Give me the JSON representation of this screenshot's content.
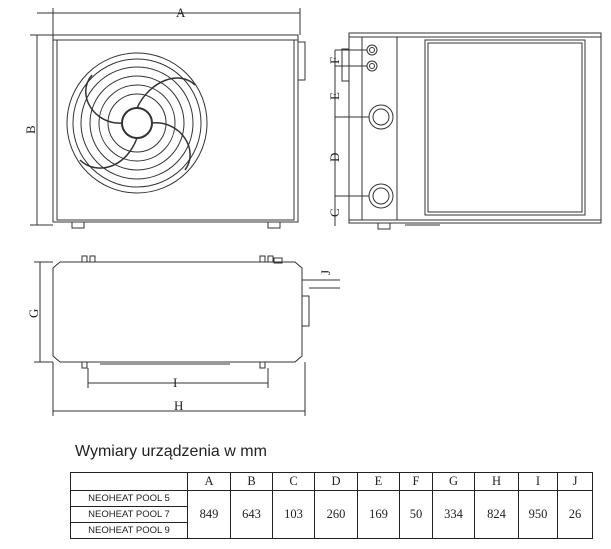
{
  "drawing_labels": {
    "A": "A",
    "B": "B",
    "C": "C",
    "D": "D",
    "E": "E",
    "F": "F",
    "G": "G",
    "H": "H",
    "I": "I",
    "J": "J"
  },
  "caption": "Wymiary urządzenia w mm",
  "table": {
    "headers": [
      "A",
      "B",
      "C",
      "D",
      "E",
      "F",
      "G",
      "H",
      "I",
      "J"
    ],
    "models": [
      "NEOHEAT POOL 5",
      "NEOHEAT POOL 7",
      "NEOHEAT POOL 9"
    ],
    "values": [
      "849",
      "643",
      "103",
      "260",
      "169",
      "50",
      "334",
      "824",
      "950",
      "26"
    ]
  }
}
